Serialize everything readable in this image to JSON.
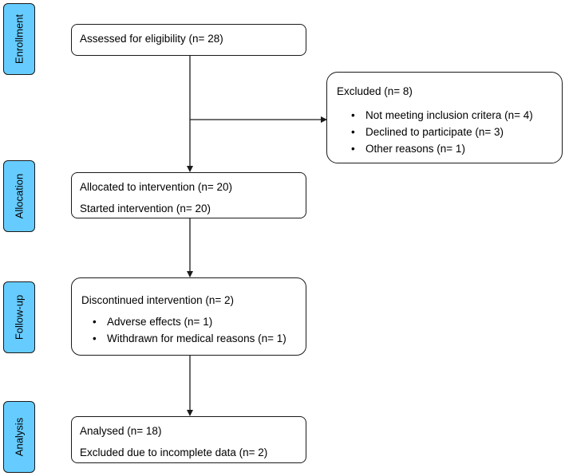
{
  "stages": {
    "enrollment": "Enrollment",
    "allocation": "Allocation",
    "followup": "Follow-up",
    "analysis": "Analysis"
  },
  "boxes": {
    "assessed": {
      "line1": "Assessed for eligibility (n= 28)"
    },
    "excluded": {
      "title": "Excluded (n= 8)",
      "items": [
        "Not meeting inclusion critera (n= 4)",
        "Declined to participate (n= 3)",
        "Other reasons (n= 1)"
      ]
    },
    "allocated": {
      "line1": "Allocated to intervention (n= 20)",
      "line2": "Started intervention (n= 20)"
    },
    "discontinued": {
      "title": "Discontinued intervention (n= 2)",
      "items": [
        "Adverse effects (n= 1)",
        "Withdrawn for medical reasons (n= 1)"
      ]
    },
    "analysed": {
      "line1": "Analysed (n= 18)",
      "line2": "Excluded due to incomplete data (n= 2)"
    }
  },
  "colors": {
    "stage_fill": "#66ccff",
    "stroke": "#1a1a1a"
  }
}
